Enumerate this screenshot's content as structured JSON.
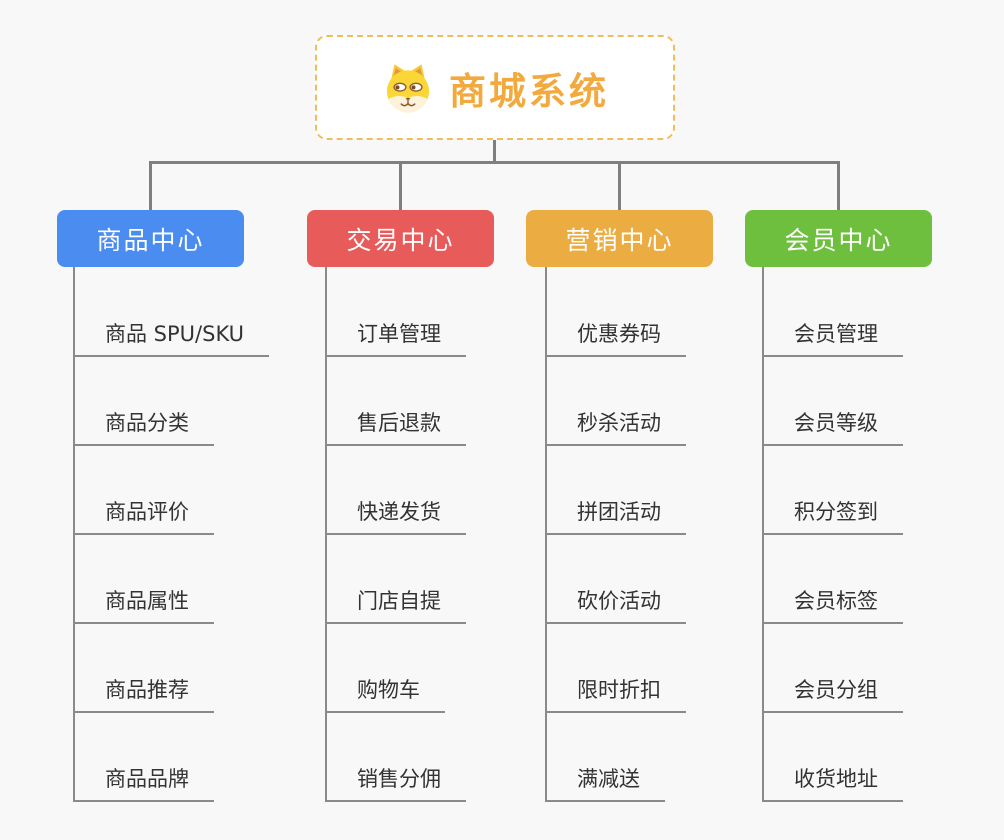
{
  "root": {
    "title": "商城系统",
    "icon": "dog-face-icon"
  },
  "colors": {
    "background": "#f8f8f8",
    "root_accent": "#f2a93d",
    "root_border": "#f2bc58",
    "connector": "#7f7f7f",
    "underline": "#8a8a8a",
    "leaf_text": "#333333"
  },
  "branches": [
    {
      "label": "商品中心",
      "color": "#4a8cf0",
      "children": [
        "商品 SPU/SKU",
        "商品分类",
        "商品评价",
        "商品属性",
        "商品推荐",
        "商品品牌"
      ]
    },
    {
      "label": "交易中心",
      "color": "#e85b5b",
      "children": [
        "订单管理",
        "售后退款",
        "快递发货",
        "门店自提",
        "购物车",
        "销售分佣"
      ]
    },
    {
      "label": "营销中心",
      "color": "#ebad41",
      "children": [
        "优惠券码",
        "秒杀活动",
        "拼团活动",
        "砍价活动",
        "限时折扣",
        "满减送"
      ]
    },
    {
      "label": "会员中心",
      "color": "#6fbf3f",
      "children": [
        "会员管理",
        "会员等级",
        "积分签到",
        "会员标签",
        "会员分组",
        "收货地址"
      ]
    }
  ]
}
